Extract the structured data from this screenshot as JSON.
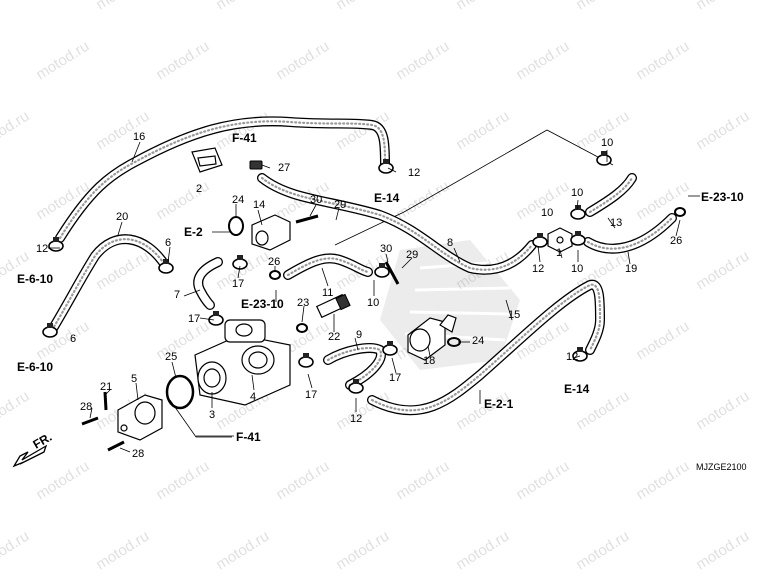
{
  "watermark": {
    "text": "motod.ru",
    "color": "#c8c8c8"
  },
  "diagram_code": "MJZGE2100",
  "direction_arrow": {
    "label": "FR."
  },
  "callouts": [
    {
      "id": "c16",
      "text": "16"
    },
    {
      "id": "c2",
      "text": "2"
    },
    {
      "id": "c27",
      "text": "27"
    },
    {
      "id": "c12a",
      "text": "12"
    },
    {
      "id": "c10a",
      "text": "10"
    },
    {
      "id": "c20",
      "text": "20"
    },
    {
      "id": "c12b",
      "text": "12"
    },
    {
      "id": "c6a",
      "text": "6"
    },
    {
      "id": "c24a",
      "text": "24"
    },
    {
      "id": "c14",
      "text": "14"
    },
    {
      "id": "c30a",
      "text": "30"
    },
    {
      "id": "c29a",
      "text": "29"
    },
    {
      "id": "c8",
      "text": "8"
    },
    {
      "id": "c10b",
      "text": "10"
    },
    {
      "id": "c10c",
      "text": "10"
    },
    {
      "id": "c13",
      "text": "13"
    },
    {
      "id": "c26a",
      "text": "26"
    },
    {
      "id": "c19",
      "text": "19"
    },
    {
      "id": "c12c",
      "text": "12"
    },
    {
      "id": "c1",
      "text": "1"
    },
    {
      "id": "c10d",
      "text": "10"
    },
    {
      "id": "c17a",
      "text": "17"
    },
    {
      "id": "c26b",
      "text": "26"
    },
    {
      "id": "c11",
      "text": "11"
    },
    {
      "id": "c30b",
      "text": "30"
    },
    {
      "id": "c7",
      "text": "7"
    },
    {
      "id": "c6b",
      "text": "6"
    },
    {
      "id": "c17b",
      "text": "17"
    },
    {
      "id": "c23",
      "text": "23"
    },
    {
      "id": "c10e",
      "text": "10"
    },
    {
      "id": "c29b",
      "text": "29"
    },
    {
      "id": "c15",
      "text": "15"
    },
    {
      "id": "c22",
      "text": "22"
    },
    {
      "id": "c9",
      "text": "9"
    },
    {
      "id": "c24b",
      "text": "24"
    },
    {
      "id": "c18",
      "text": "18"
    },
    {
      "id": "c12d",
      "text": "12"
    },
    {
      "id": "c25",
      "text": "25"
    },
    {
      "id": "c5",
      "text": "5"
    },
    {
      "id": "c4",
      "text": "4"
    },
    {
      "id": "c17c",
      "text": "17"
    },
    {
      "id": "c17d",
      "text": "17"
    },
    {
      "id": "c21",
      "text": "21"
    },
    {
      "id": "c28a",
      "text": "28"
    },
    {
      "id": "c3",
      "text": "3"
    },
    {
      "id": "c12e",
      "text": "12"
    },
    {
      "id": "c28b",
      "text": "28"
    }
  ],
  "references": [
    {
      "id": "rF41a",
      "text": "F-41"
    },
    {
      "id": "rE14a",
      "text": "E-14"
    },
    {
      "id": "rE2a",
      "text": "E-2"
    },
    {
      "id": "rE610a",
      "text": "E-6-10"
    },
    {
      "id": "rE2310a",
      "text": "E-23-10"
    },
    {
      "id": "rE2310b",
      "text": "E-23-10"
    },
    {
      "id": "rE610b",
      "text": "E-6-10"
    },
    {
      "id": "rE14b",
      "text": "E-14"
    },
    {
      "id": "rE21",
      "text": "E-2-1"
    },
    {
      "id": "rF41b",
      "text": "F-41"
    }
  ]
}
